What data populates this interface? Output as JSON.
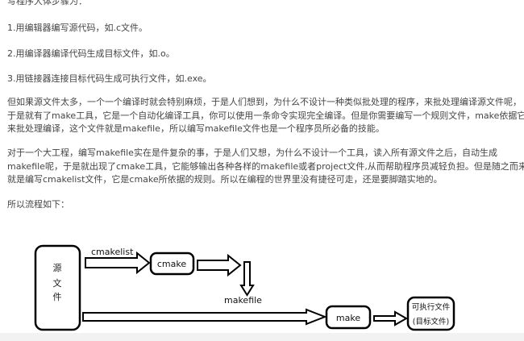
{
  "intro": "写程序大体步骤为：",
  "steps": [
    "1.用编辑器编写源代码，如.c文件。",
    "2.用编译器编译代码生成目标文件，如.o。",
    "3.用链接器连接目标代码生成可执行文件，如.exe。"
  ],
  "para1": {
    "lines": [
      "但如果源文件太多，一个一个编译时就会特别麻烦，于是人们想到，为什么不设计一种类似批处理的程序，来批处理编译源文件呢，",
      "于是就有了make工具，它是一个自动化编译工具，你可以使用一条命令实现完全编译。但是你需要编写一个规则文件，make依据它",
      "来批处理编译，这个文件就是makefile，所以编写makefile文件也是一个程序员所必备的技能。"
    ]
  },
  "para2": {
    "lines": [
      "对于一个大工程，编写makefile实在是件复杂的事，于是人们又想，为什么不设计一个工具，读入所有源文件之后，自动生成",
      "makefile呢，于是就出现了cmake工具，它能够输出各种各样的makefile或者project文件,从而帮助程序员减轻负担。但是随之而来也",
      "就是编写cmakelist文件，它是cmake所依据的规则。所以在编程的世界里没有捷径可走，还是要脚踏实地的。"
    ]
  },
  "flow_intro": "所以流程如下：",
  "diagram": {
    "source_chars": [
      "源",
      "文",
      "件"
    ],
    "label_cmakelist": "cmakelist",
    "node_cmake": "cmake",
    "label_makefile": "makefile",
    "node_make": "make",
    "output_line1": "可执行文件",
    "output_line2": "(目标文件)"
  }
}
